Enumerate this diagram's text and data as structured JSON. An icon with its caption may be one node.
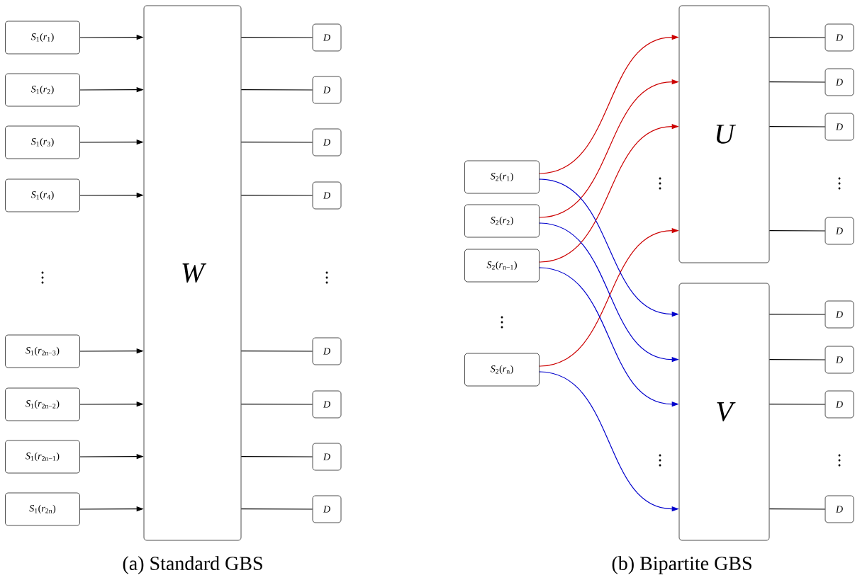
{
  "diagram": {
    "nodes": [
      {
        "text": [
          "*S*$_{1}$(*r*$_{1}$)"
        ]
      },
      {
        "text": [
          "*S*$_{1}$(*r*$_{2}$)"
        ]
      },
      {
        "text": [
          "*S*$_{1}$(*r*$_{3}$)"
        ]
      },
      {
        "text": [
          "*S*$_{1}$(*r*$_{4}$)"
        ]
      },
      {
        "text": [
          "*S*$_{1}$(*r*$_{2n−3}$)"
        ]
      },
      {
        "text": [
          "*S*$_{1}$(*r*$_{2n−2}$)"
        ]
      },
      {
        "text": [
          "*S*$_{1}$(*r*$_{2n−1}$)"
        ]
      },
      {
        "text": [
          "*S*$_{1}$(*r*$_{2n}$)"
        ]
      },
      {
        "text": [
          "W"
        ]
      },
      {
        "text": [
          "D"
        ]
      },
      {
        "text": [
          "D"
        ]
      },
      {
        "text": [
          "D"
        ]
      },
      {
        "text": [
          "D"
        ]
      },
      {
        "text": [
          "D"
        ]
      },
      {
        "text": [
          "D"
        ]
      },
      {
        "text": [
          "D"
        ]
      },
      {
        "text": [
          "D"
        ]
      },
      {
        "text": [
          "*S*$_{2}$(*r*$_{1}$)"
        ]
      },
      {
        "text": [
          "*S*$_{2}$(*r*$_{2}$)"
        ]
      },
      {
        "text": [
          "*S*$_{2}$(*r*$_{n−1}$)"
        ]
      },
      {
        "text": [
          "*S*$_{2}$(*r*$_{n}$)"
        ]
      },
      {
        "text": [
          "U"
        ]
      },
      {
        "text": [
          "V"
        ]
      },
      {
        "text": [
          "D"
        ]
      },
      {
        "text": [
          "D"
        ]
      },
      {
        "text": [
          "D"
        ]
      },
      {
        "text": [
          "D"
        ]
      },
      {
        "text": [
          "D"
        ]
      },
      {
        "text": [
          "D"
        ]
      },
      {
        "text": [
          "D"
        ]
      },
      {
        "text": [
          "D"
        ]
      }
    ],
    "edges": [
      {
        "from": 0,
        "to": 8,
        "arrow": "to"
      },
      {
        "from": 1,
        "to": 8,
        "arrow": "to"
      },
      {
        "from": 2,
        "to": 8,
        "arrow": "to"
      },
      {
        "from": 3,
        "to": 8,
        "arrow": "to"
      },
      {
        "from": 4,
        "to": 8,
        "arrow": "to"
      },
      {
        "from": 5,
        "to": 8,
        "arrow": "to"
      },
      {
        "from": 6,
        "to": 8,
        "arrow": "to"
      },
      {
        "from": 7,
        "to": 8,
        "arrow": "to"
      },
      {
        "from": 8,
        "to": 9,
        "arrow": "none"
      },
      {
        "from": 8,
        "to": 10,
        "arrow": "none"
      },
      {
        "from": 8,
        "to": 11,
        "arrow": "none"
      },
      {
        "from": 8,
        "to": 12,
        "arrow": "none"
      },
      {
        "from": 8,
        "to": 13,
        "arrow": "none"
      },
      {
        "from": 8,
        "to": 14,
        "arrow": "none"
      },
      {
        "from": 8,
        "to": 15,
        "arrow": "none"
      },
      {
        "from": 8,
        "to": 16,
        "arrow": "none"
      },
      {
        "from": 17,
        "to": 21,
        "arrow": "to",
        "color": "#cc0000"
      },
      {
        "from": 18,
        "to": 21,
        "arrow": "to",
        "color": "#cc0000"
      },
      {
        "from": 19,
        "to": 21,
        "arrow": "to",
        "color": "#cc0000"
      },
      {
        "from": 20,
        "to": 21,
        "arrow": "to",
        "color": "#cc0000"
      },
      {
        "from": 17,
        "to": 22,
        "arrow": "to",
        "color": "#0000cc"
      },
      {
        "from": 18,
        "to": 22,
        "arrow": "to",
        "color": "#0000cc"
      },
      {
        "from": 19,
        "to": 22,
        "arrow": "to",
        "color": "#0000cc"
      },
      {
        "from": 20,
        "to": 22,
        "arrow": "to",
        "color": "#0000cc"
      },
      {
        "from": 21,
        "to": 23,
        "arrow": "none"
      },
      {
        "from": 21,
        "to": 24,
        "arrow": "none"
      },
      {
        "from": 21,
        "to": 25,
        "arrow": "none"
      },
      {
        "from": 21,
        "to": 26,
        "arrow": "none"
      },
      {
        "from": 22,
        "to": 27,
        "arrow": "none"
      },
      {
        "from": 22,
        "to": 28,
        "arrow": "none"
      },
      {
        "from": 22,
        "to": 29,
        "arrow": "none"
      },
      {
        "from": 22,
        "to": 30,
        "arrow": "none"
      }
    ],
    "labels": [
      "(a) Standard GBS",
      "(b) Bipartite GBS"
    ]
  }
}
